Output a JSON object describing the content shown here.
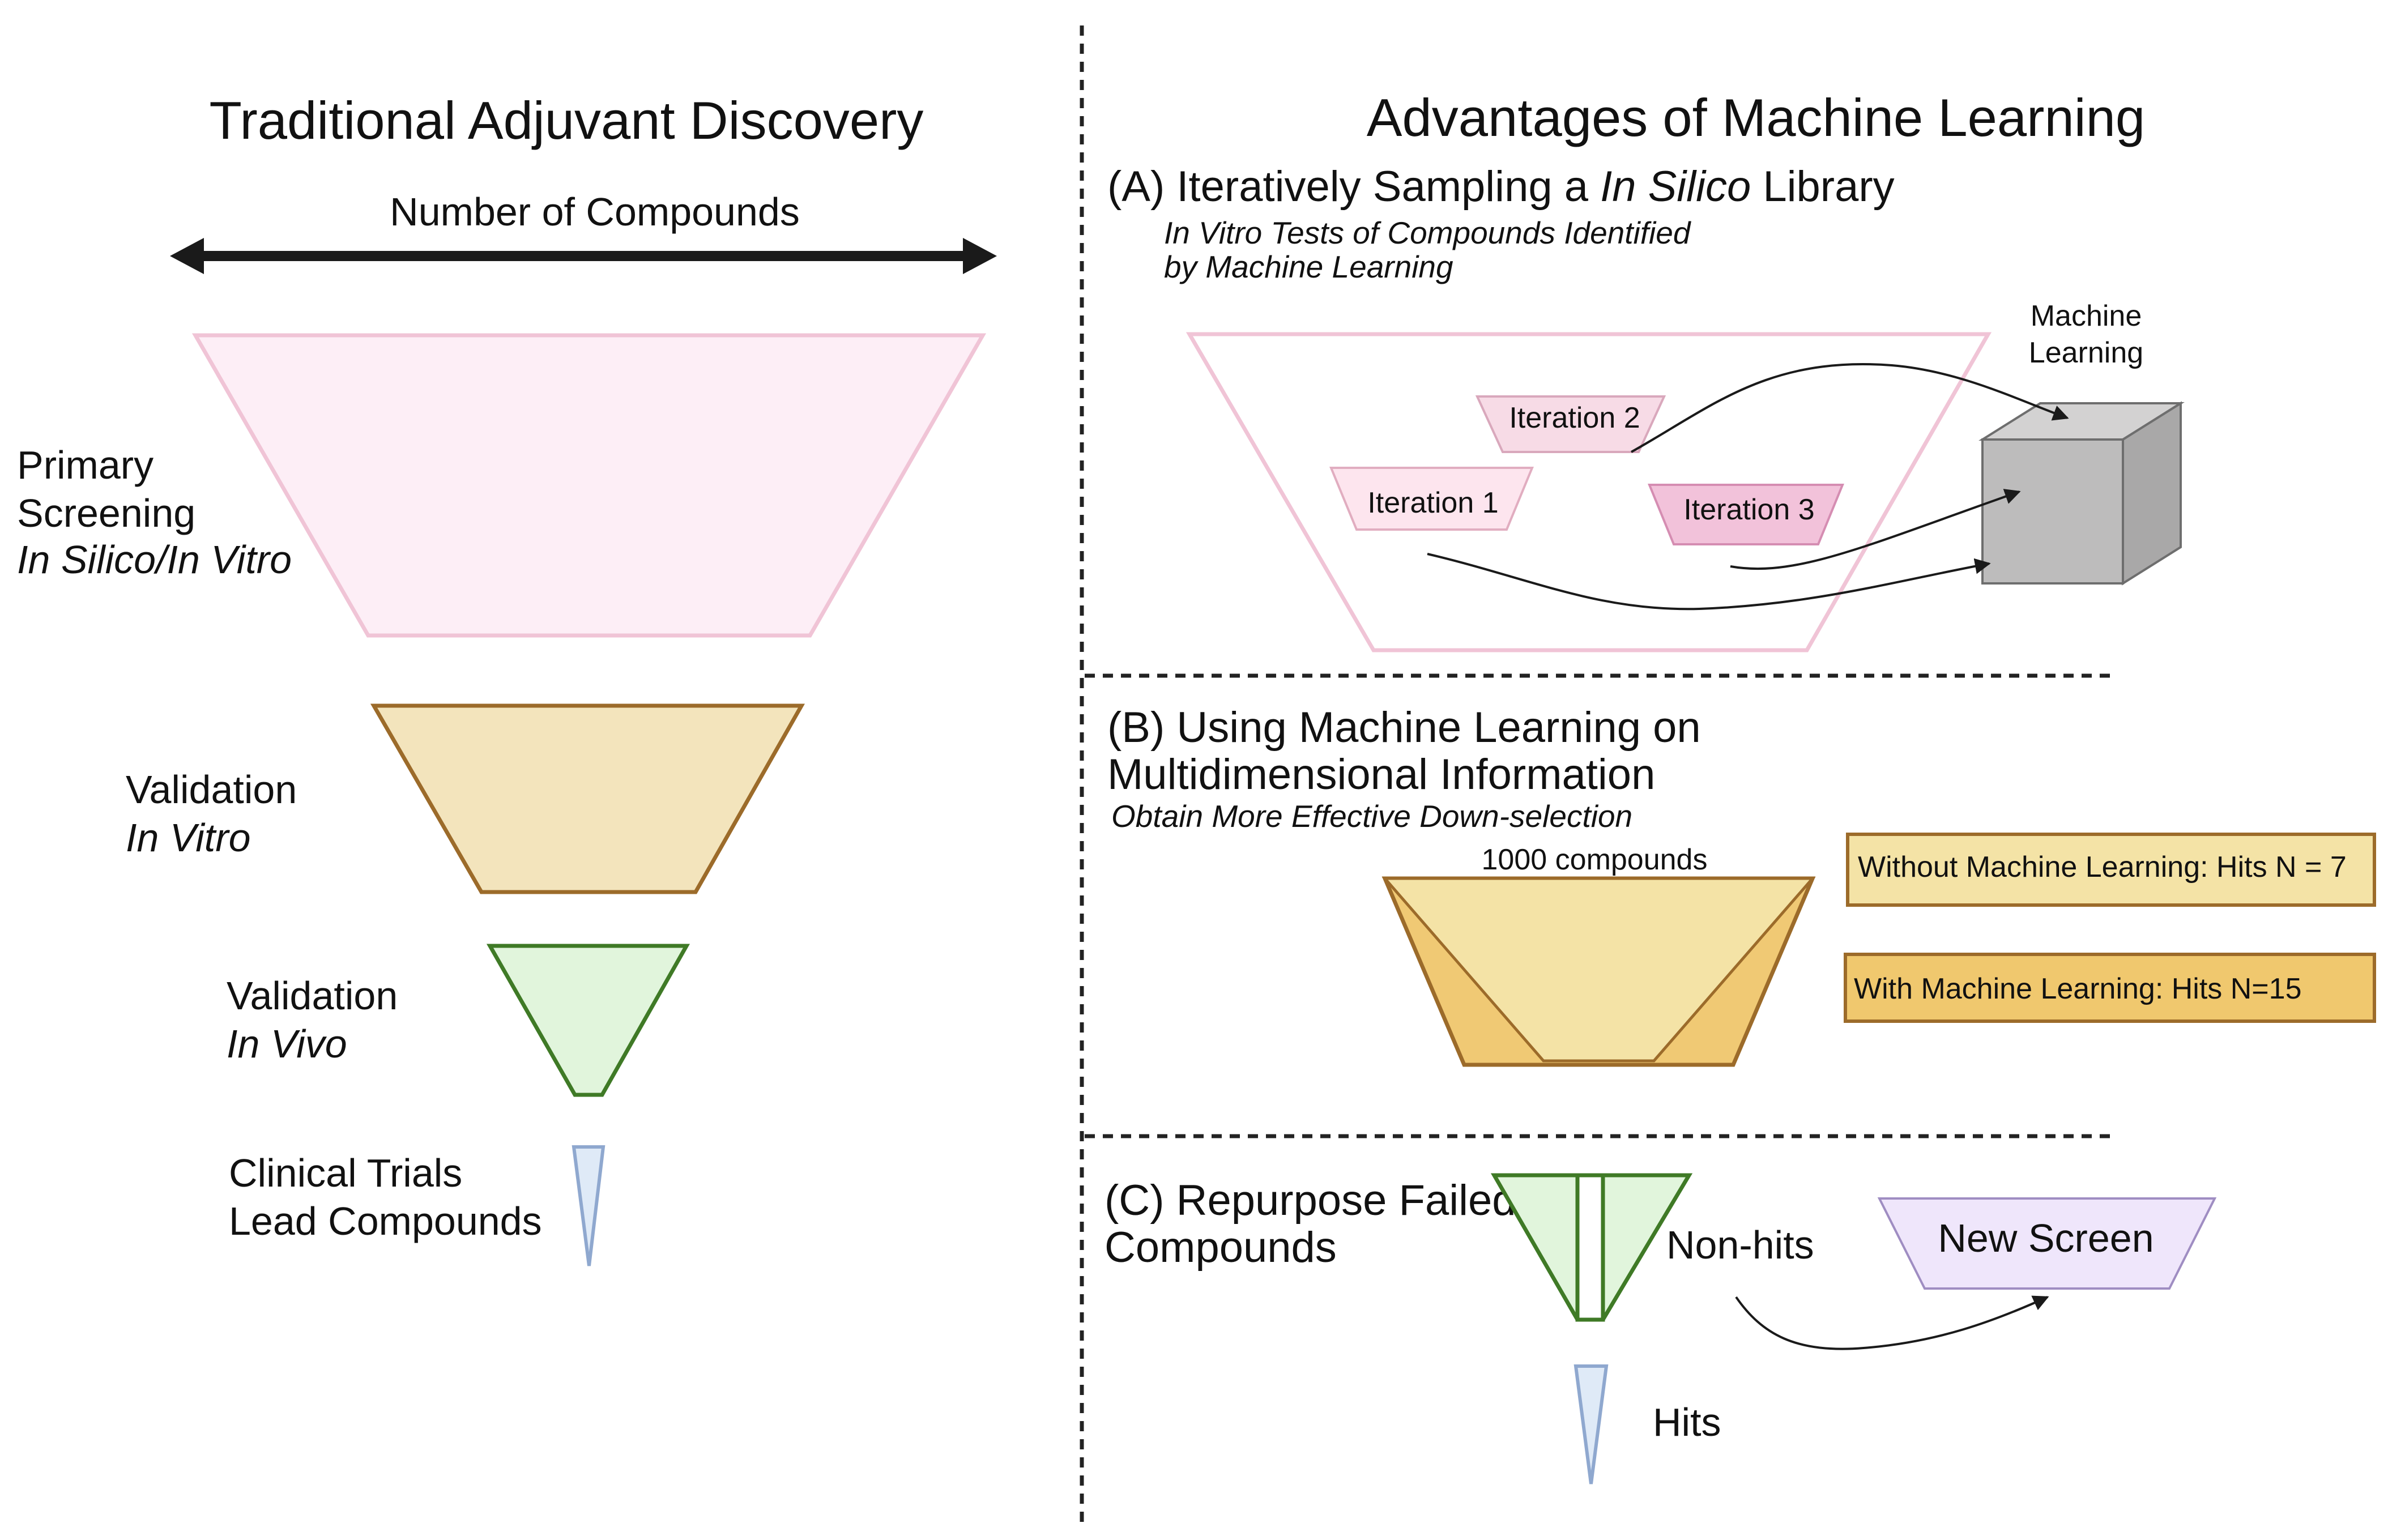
{
  "left": {
    "title": "Traditional Adjuvant Discovery",
    "axis_label": "Number of Compounds",
    "stages": [
      {
        "line1": "Primary",
        "line2": "Screening",
        "line3": "In Silico/In Vitro"
      },
      {
        "line1": "Validation",
        "line2": "In Vitro"
      },
      {
        "line1": "Validation",
        "line2": "In Vivo"
      },
      {
        "line1": "Clinical Trials",
        "line2": "Lead Compounds"
      }
    ]
  },
  "right": {
    "title": "Advantages of Machine Learning",
    "sectionA": {
      "heading_pre": "(A) Iteratively Sampling a ",
      "heading_italic": "In Silico",
      "heading_post": " Library",
      "note_line1": "In Vitro Tests of Compounds Identified",
      "note_line2": "by Machine Learning",
      "iterations": [
        "Iteration 2",
        "Iteration 1",
        "Iteration 3"
      ],
      "ml_label_line1": "Machine",
      "ml_label_line2": "Learning"
    },
    "sectionB": {
      "heading_line1": "(B) Using Machine Learning on",
      "heading_line2": "Multidimensional Information",
      "note": "Obtain More Effective Down-selection",
      "funnel_label": "1000 compounds",
      "box_without": "Without Machine Learning: Hits N = 7",
      "box_with": "With Machine Learning: Hits N=15"
    },
    "sectionC": {
      "heading_line1": "(C) Repurpose Failed",
      "heading_line2": "Compounds",
      "nonhits": "Non-hits",
      "hits": "Hits",
      "new_screen": "New Screen"
    }
  },
  "colors": {
    "pink_fill": "#fdeef6",
    "pink_stroke": "#f0c4d6",
    "tan_fill": "#f3e4bc",
    "tan_stroke": "#9c6b2a",
    "green_fill": "#e1f5dc",
    "green_stroke": "#3f7a26",
    "blue_fill": "#dfeaf7",
    "blue_stroke": "#8fa8cf",
    "yellow_box": "#f4e3a6",
    "gold_box": "#f0c86e",
    "purple_fill": "#efe6fb",
    "cube_gray": "#bdbcbc"
  }
}
